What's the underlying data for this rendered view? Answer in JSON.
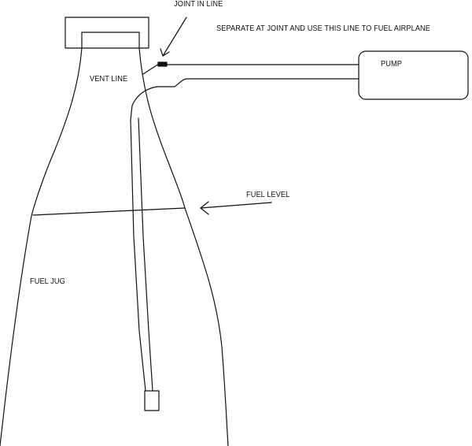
{
  "labels": {
    "joint_in_line": "JOINT IN LINE",
    "separate_note": "SEPARATE AT JOINT AND USE THIS LINE TO FUEL AIRPLANE",
    "pump": "PUMP",
    "vent_line": "VENT LINE",
    "fuel_level": "FUEL LEVEL",
    "fuel_jug": "FUEL JUG"
  },
  "colors": {
    "stroke": "#111111",
    "background": "#ffffff"
  }
}
